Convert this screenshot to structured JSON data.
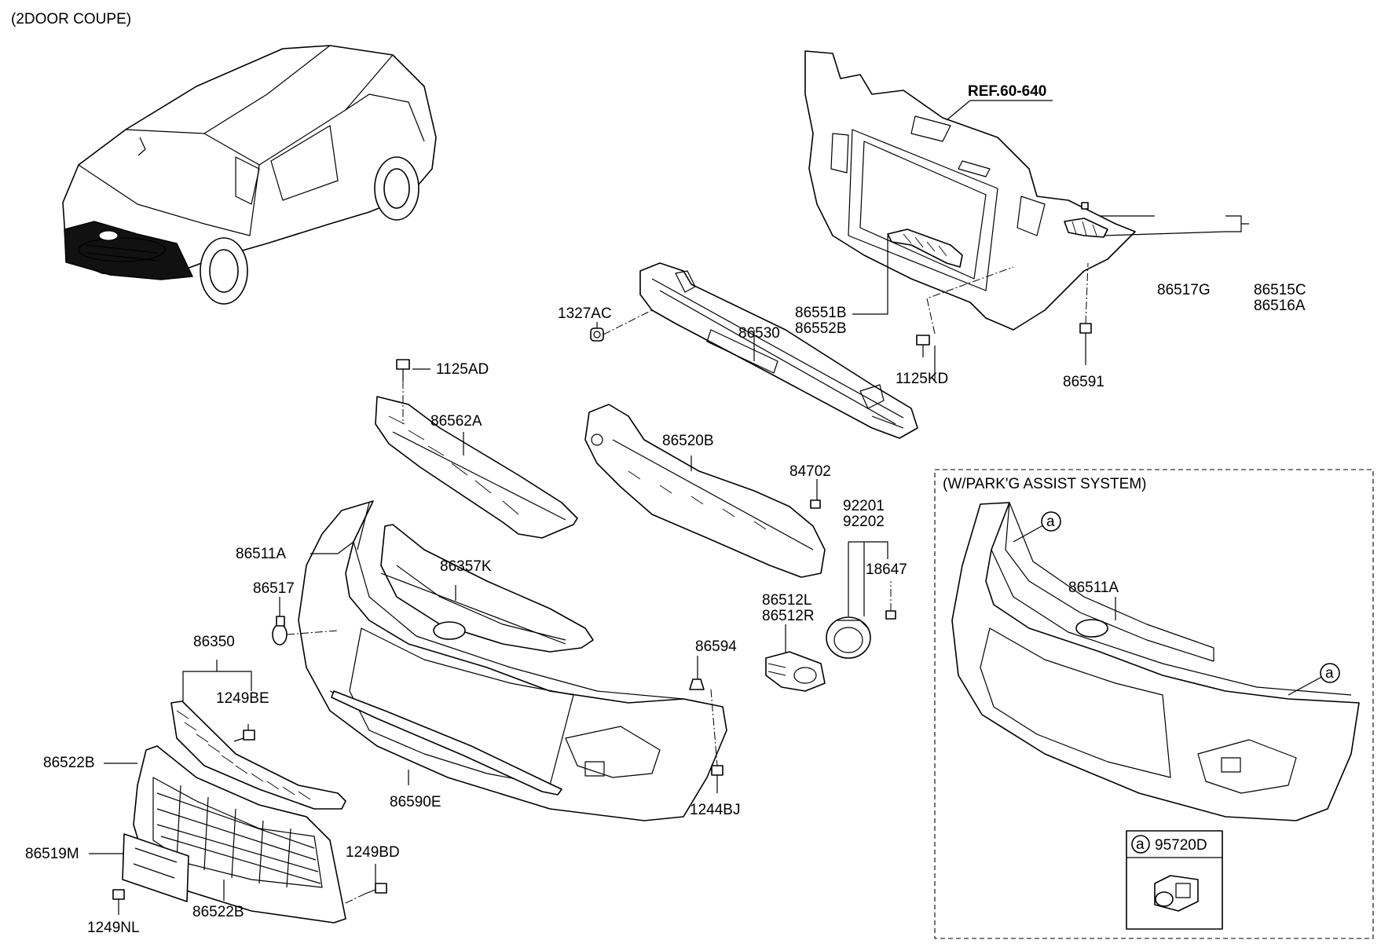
{
  "header": {
    "variant": "(2DOOR COUPE)"
  },
  "reference": {
    "text": "REF.60-640"
  },
  "inset": {
    "title": "(W/PARK'G ASSIST SYSTEM)",
    "legend_marker": "a",
    "legend_part": "95720D"
  },
  "callout_marker": "a",
  "parts": {
    "p1327AC": "1327AC",
    "p86530": "86530",
    "p86551B": "86551B",
    "p86552B": "86552B",
    "p1125KD": "1125KD",
    "p86517G": "86517G",
    "p86515C": "86515C",
    "p86516A": "86516A",
    "p86591": "86591",
    "p1125AD": "1125AD",
    "p86562A": "86562A",
    "p86520B": "86520B",
    "p84702": "84702",
    "p92201": "92201",
    "p92202": "92202",
    "p18647": "18647",
    "p86511A": "86511A",
    "p86357K": "86357K",
    "p86517": "86517",
    "p86512L": "86512L",
    "p86512R": "86512R",
    "p86350": "86350",
    "p1249BE": "1249BE",
    "p86594": "86594",
    "p86522B_top": "86522B",
    "p86590E": "86590E",
    "p1244BJ": "1244BJ",
    "p86519M": "86519M",
    "p1249BD": "1249BD",
    "p86522B_bottom": "86522B",
    "p1249NL": "1249NL",
    "p86511A_inset": "86511A"
  }
}
